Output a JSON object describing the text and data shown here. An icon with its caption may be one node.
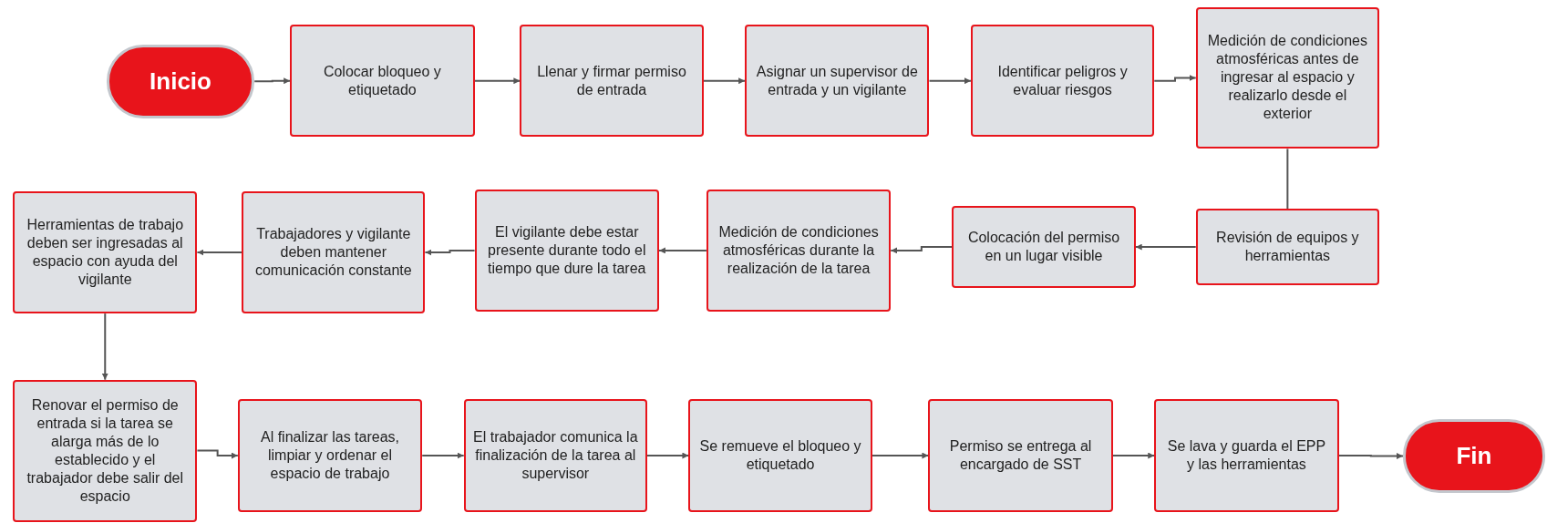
{
  "diagram": {
    "nodes": [
      {
        "text": [
          "Inicio"
        ]
      },
      {
        "text": [
          "Colocar bloqueo y etiquetado"
        ]
      },
      {
        "text": [
          "Llenar y firmar permiso de entrada"
        ]
      },
      {
        "text": [
          "Asignar un supervisor de entrada y un vigilante"
        ]
      },
      {
        "text": [
          "Identificar peligros y evaluar riesgos"
        ]
      },
      {
        "text": [
          "Medición de condiciones atmosféricas antes de ingresar al espacio y realizarlo desde el exterior"
        ]
      },
      {
        "text": [
          "Revisión de equipos y herramientas"
        ]
      },
      {
        "text": [
          "Colocación del permiso en un lugar visible"
        ]
      },
      {
        "text": [
          "Medición de condiciones atmosféricas durante la realización de la tarea"
        ]
      },
      {
        "text": [
          "El vigilante debe estar presente durante todo el tiempo que dure la tarea"
        ]
      },
      {
        "text": [
          "Trabajadores y vigilante deben mantener comunicación constante"
        ]
      },
      {
        "text": [
          "Herramientas de trabajo deben ser ingresadas al espacio con ayuda del vigilante"
        ]
      },
      {
        "text": [
          "Renovar el permiso de entrada si la tarea se alarga más de lo establecido y el trabajador debe salir del espacio"
        ]
      },
      {
        "text": [
          "Al finalizar las tareas, limpiar y ordenar el espacio de trabajo"
        ]
      },
      {
        "text": [
          "El trabajador comunica la finalización de la tarea al supervisor"
        ]
      },
      {
        "text": [
          "Se remueve el bloqueo y etiquetado"
        ]
      },
      {
        "text": [
          "Permiso se entrega al encargado de SST"
        ]
      },
      {
        "text": [
          "Se lava y guarda el EPP y las herramientas"
        ]
      },
      {
        "text": [
          "Fin"
        ]
      }
    ],
    "edges": [
      {
        "from": 0,
        "to": 1,
        "arrow": "to"
      },
      {
        "from": 1,
        "to": 2,
        "arrow": "to"
      },
      {
        "from": 2,
        "to": 3,
        "arrow": "to"
      },
      {
        "from": 3,
        "to": 4,
        "arrow": "to"
      },
      {
        "from": 4,
        "to": 5,
        "arrow": "to"
      },
      {
        "from": 5,
        "to": 6,
        "arrow": "none"
      },
      {
        "from": 6,
        "to": 7,
        "arrow": "to"
      },
      {
        "from": 7,
        "to": 8,
        "arrow": "to"
      },
      {
        "from": 8,
        "to": 9,
        "arrow": "to"
      },
      {
        "from": 9,
        "to": 10,
        "arrow": "to"
      },
      {
        "from": 10,
        "to": 11,
        "arrow": "to"
      },
      {
        "from": 11,
        "to": 12,
        "arrow": "to"
      },
      {
        "from": 12,
        "to": 13,
        "arrow": "to"
      },
      {
        "from": 13,
        "to": 14,
        "arrow": "to"
      },
      {
        "from": 14,
        "to": 15,
        "arrow": "to"
      },
      {
        "from": 15,
        "to": 16,
        "arrow": "to"
      },
      {
        "from": 16,
        "to": 17,
        "arrow": "to"
      },
      {
        "from": 17,
        "to": 18,
        "arrow": "to"
      }
    ]
  }
}
